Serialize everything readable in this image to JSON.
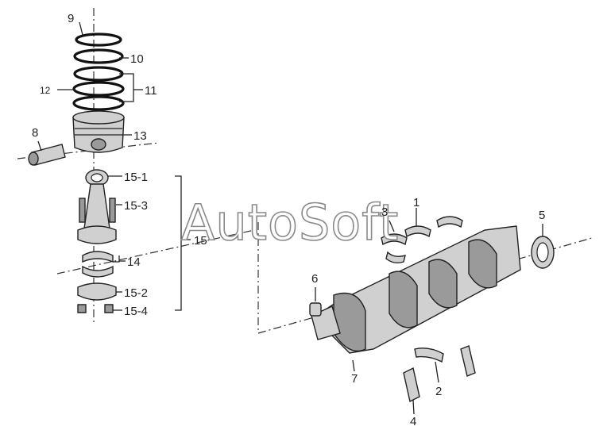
{
  "diagram": {
    "watermark": "AutoSoft",
    "callouts": {
      "c9": "9",
      "c10": "10",
      "c12": "12",
      "c11": "11",
      "c8": "8",
      "c13": "13",
      "c15_1": "15-1",
      "c15_3": "15-3",
      "c15": "15",
      "c14": "14",
      "c15_2": "15-2",
      "c15_4": "15-4",
      "c3": "3",
      "c1": "1",
      "c5": "5",
      "c6": "6",
      "c7": "7",
      "c2": "2",
      "c4": "4"
    }
  }
}
